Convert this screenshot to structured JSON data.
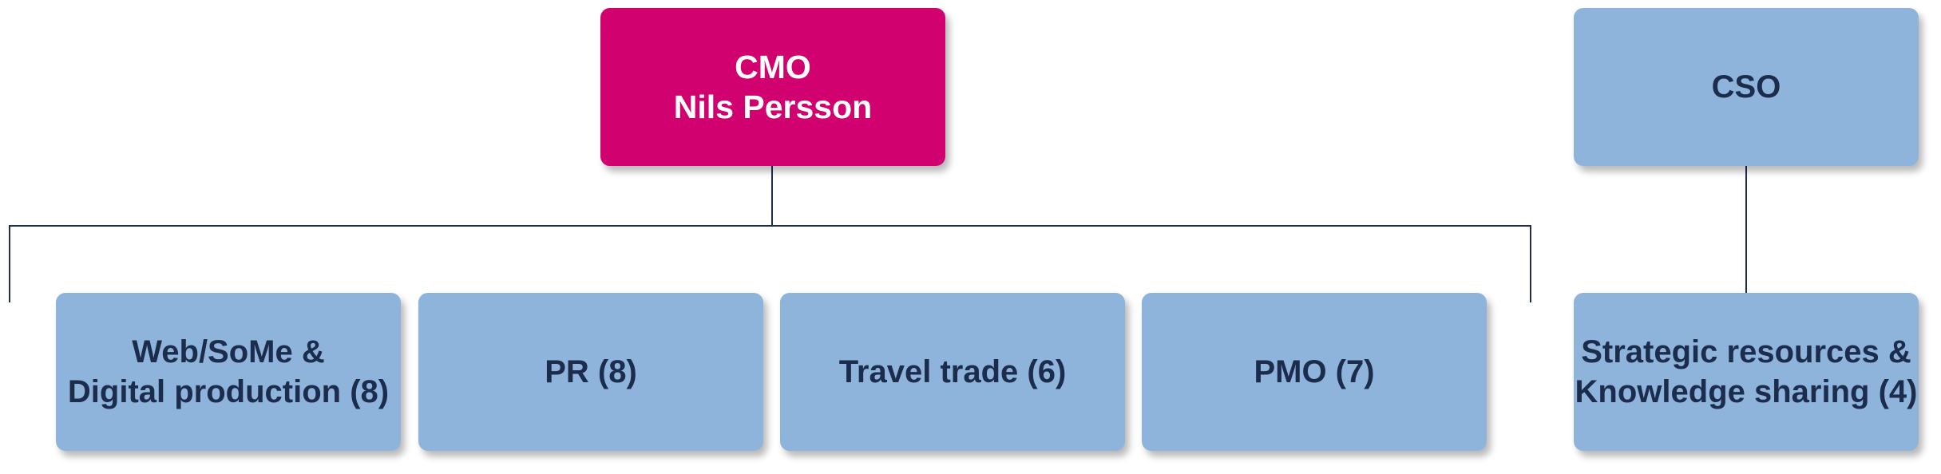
{
  "cmo": {
    "title": "CMO",
    "name": "Nils Persson"
  },
  "cso": {
    "title": "CSO"
  },
  "departments": [
    {
      "line1": "Web/SoMe &",
      "line2": "Digital production (8)"
    },
    {
      "line1": "PR (8)"
    },
    {
      "line1": "Travel trade (6)"
    },
    {
      "line1": "PMO (7)"
    }
  ],
  "cso_department": {
    "line1": "Strategic resources &",
    "line2": "Knowledge sharing (4)"
  },
  "colors": {
    "cmo_box": "#d1026f",
    "unit_box": "#8eb4dc",
    "unit_text": "#1b2c4c",
    "connector": "#1f2e4d"
  }
}
